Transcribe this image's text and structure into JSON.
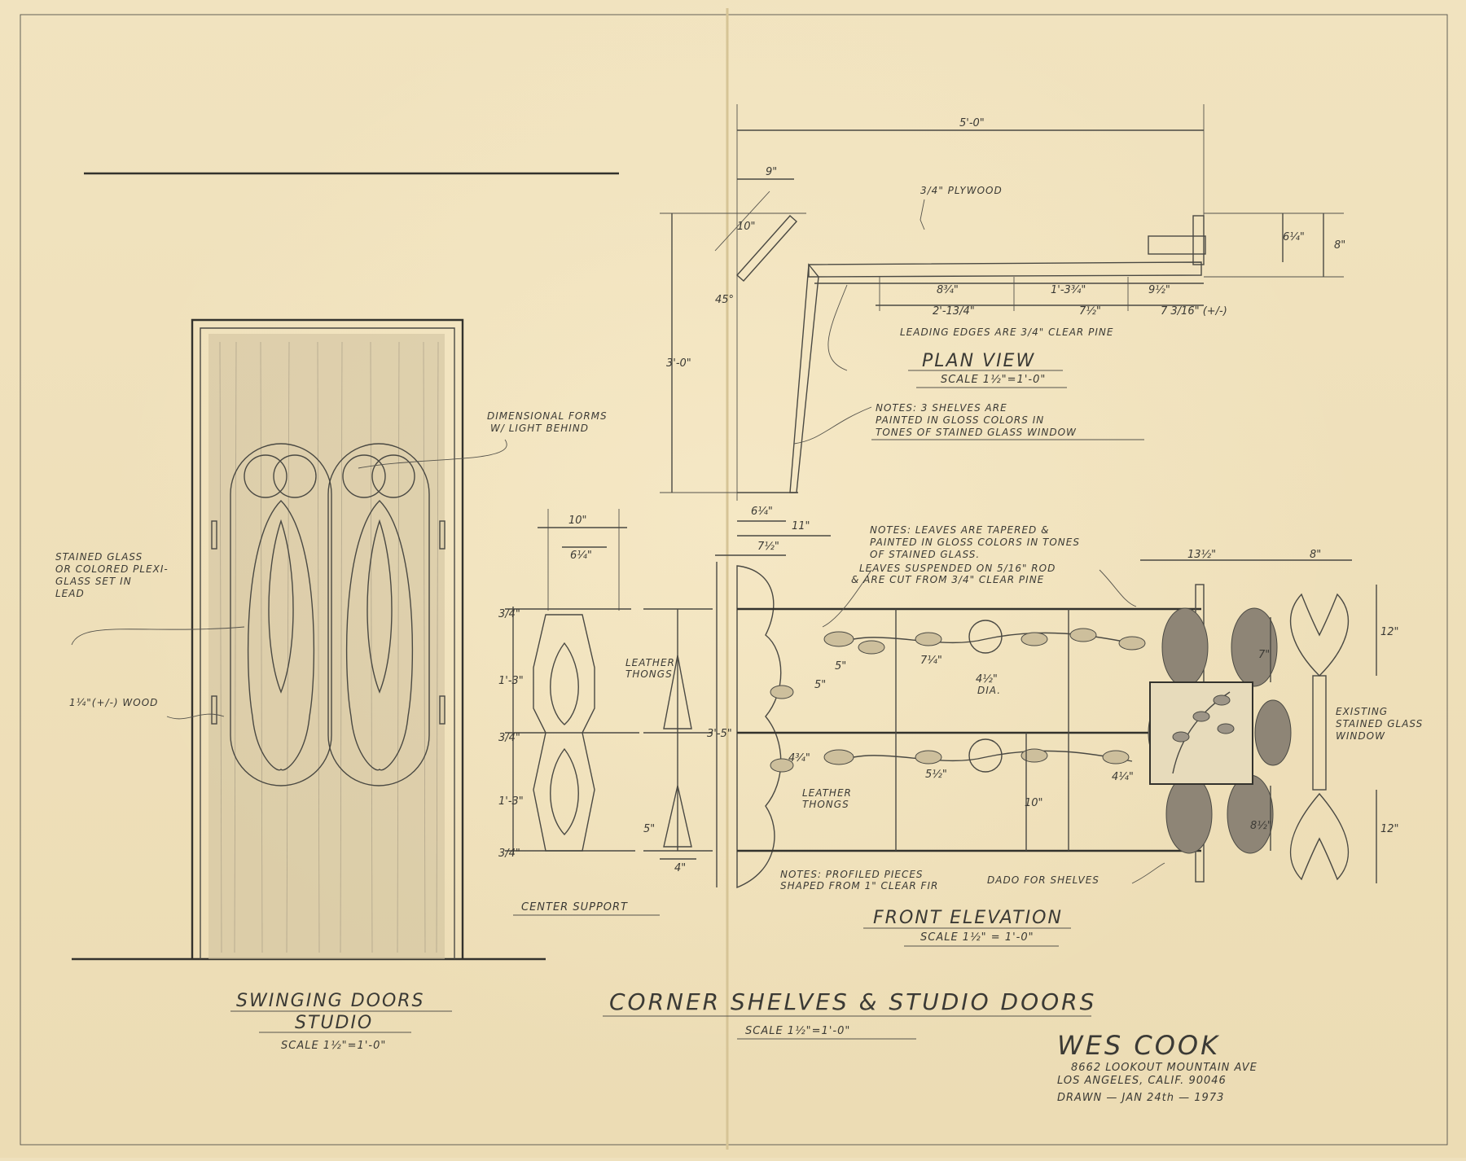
{
  "door": {
    "label_stained_glass": [
      "STAINED GLASS",
      "OR COLORED PLEXI-",
      "GLASS SET IN",
      "LEAD"
    ],
    "label_dimensional": [
      "DIMENSIONAL FORMS",
      "W/ LIGHT BEHIND"
    ],
    "label_wood": "1¼\"(+/-) WOOD",
    "title": "SWINGING DOORS",
    "subtitle": "STUDIO",
    "scale": "SCALE 1½\"=1'-0\""
  },
  "plan_view": {
    "dim_overall": "5'-0\"",
    "dim_9": "9\"",
    "dim_10": "10\"",
    "dim_45": "45°",
    "dim_3ft": "3'-0\"",
    "dim_plywood": "3/4\" PLYWOOD",
    "dim_6_1_4": "6¼\"",
    "dim_8": "8\"",
    "row1": [
      "8¾\"",
      "1'-3¾\"",
      "9½\""
    ],
    "row2": [
      "2'-13/4\"",
      "7½\"",
      "7 3/16\" (+/-)"
    ],
    "note_leading": "LEADING EDGES ARE 3/4\" CLEAR PINE",
    "title": "PLAN VIEW",
    "scale": "SCALE 1½\"=1'-0\"",
    "notes": [
      "NOTES: 3 SHELVES ARE",
      "PAINTED IN GLOSS COLORS IN",
      "TONES OF STAINED GLASS WINDOW"
    ],
    "dim_bottom_6_1_4": "6¼\"",
    "dim_11": "11\"",
    "dim_7_1_2": "7½\""
  },
  "center_support": {
    "dim_10": "10\"",
    "dim_6_1_4": "6¼\"",
    "dim_3_4_top": "3/4\"",
    "dim_1_3_a": "1'-3\"",
    "dim_3_4_mid": "3/4\"",
    "dim_1_3_b": "1'-3\"",
    "dim_3_4_bot": "3/4\"",
    "leather_thongs": [
      "LEATHER",
      "THONGS"
    ],
    "dim_5": "5\"",
    "dim_4": "4\"",
    "title": "CENTER SUPPORT"
  },
  "front_elevation": {
    "notes_leaves": [
      "NOTES: LEAVES ARE TAPERED &",
      "PAINTED IN GLOSS COLORS IN TONES",
      "OF STAINED GLASS."
    ],
    "notes_suspended": [
      "LEAVES SUSPENDED ON 5/16\" ROD",
      "& ARE CUT FROM 3/4\" CLEAR PINE"
    ],
    "dim_3_5": "3'-5\"",
    "dim_5_a": "5\"",
    "dim_5_b": "5\"",
    "dim_7_1_4": "7¼\"",
    "dim_4_1_2": "4½\"",
    "dia": "DIA.",
    "dim_4_3_4": "4¾\"",
    "dim_5_1_2": "5½\"",
    "leather_thongs": [
      "LEATHER",
      "THONGS"
    ],
    "dim_10": "10\"",
    "dim_4_1_4": "4¼\"",
    "notes_profiled": [
      "NOTES: PROFILED PIECES",
      "SHAPED FROM 1\" CLEAR FIR"
    ],
    "dado": "DADO FOR SHELVES",
    "dim_13_1_2": "13½\"",
    "dim_8": "8\"",
    "dim_12_top": "12\"",
    "dim_7": "7\"",
    "dim_8_1_2": "8½\"",
    "dim_12_bot": "12\"",
    "existing": [
      "EXISTING",
      "STAINED GLASS",
      "WINDOW"
    ],
    "title": "FRONT ELEVATION",
    "scale": "SCALE 1½\" = 1'-0\""
  },
  "sheet": {
    "title": "CORNER SHELVES & STUDIO DOORS",
    "scale": "SCALE 1½\"=1'-0\"",
    "signature": "WES COOK",
    "address1": "8662 LOOKOUT MOUNTAIN AVE",
    "address2": "LOS ANGELES, CALIF. 90046",
    "drawn": "DRAWN — JAN 24th — 1973"
  }
}
